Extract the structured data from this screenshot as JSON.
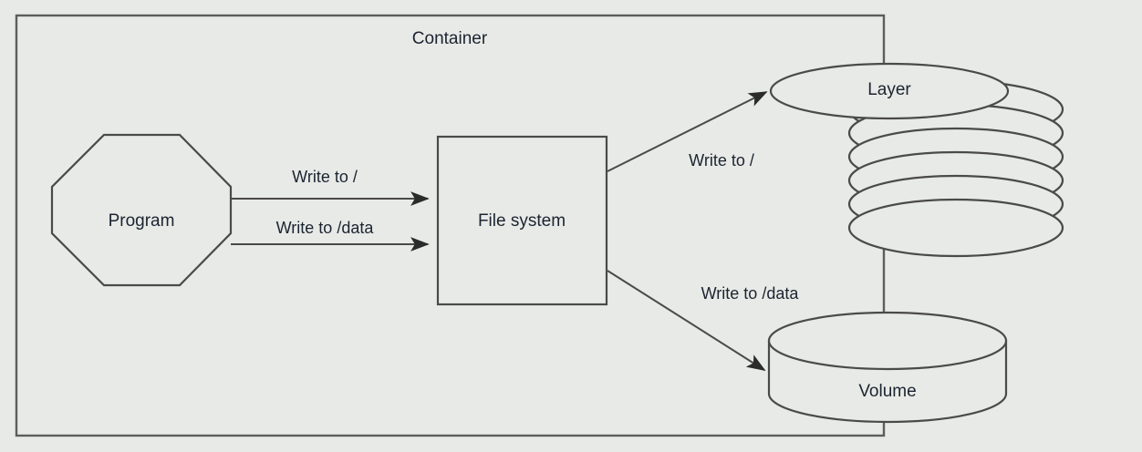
{
  "diagram": {
    "title": "Container",
    "background_color": "#e8eae7",
    "line_color": "#4a4a4a",
    "text_color": "#1b2430",
    "nodes": {
      "program": {
        "label": "Program",
        "shape": "octagon"
      },
      "file_system": {
        "label": "File system",
        "shape": "rectangle"
      },
      "layer": {
        "label": "Layer",
        "shape": "ellipse-stack",
        "stack_count": 6
      },
      "volume": {
        "label": "Volume",
        "shape": "cylinder"
      }
    },
    "edges": [
      {
        "id": "program-to-fs-root",
        "label": "Write to /",
        "from": "program",
        "to": "file_system"
      },
      {
        "id": "program-to-fs-data",
        "label": "Write to /data",
        "from": "program",
        "to": "file_system"
      },
      {
        "id": "fs-to-layer",
        "label": "Write to /",
        "from": "file_system",
        "to": "layer"
      },
      {
        "id": "fs-to-volume",
        "label": "Write to /data",
        "from": "file_system",
        "to": "volume"
      }
    ]
  }
}
